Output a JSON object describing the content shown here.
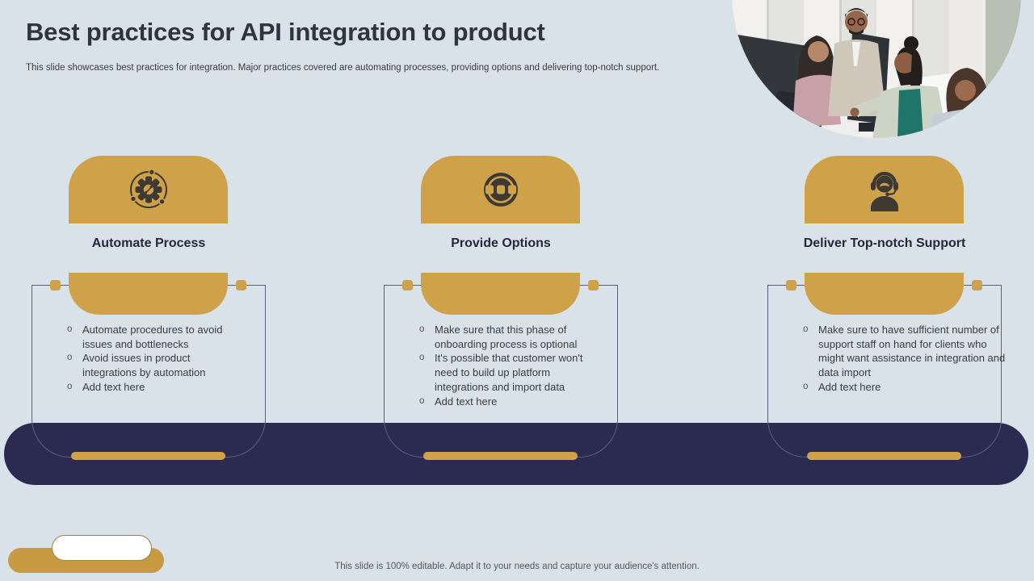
{
  "slide": {
    "title": "Best practices for API integration to product",
    "subtitle": "This slide showcases best practices for integration. Major practices covered are automating processes, providing options and delivering top-notch support.",
    "footer_note": "This slide is 100% editable. Adapt it to your needs and capture your audience's attention."
  },
  "columns": [
    {
      "heading": "Automate Process",
      "icon": "gear-automation-icon",
      "bullets": [
        "Automate procedures to avoid issues and bottlenecks",
        "Avoid issues in product integrations by automation",
        "Add text here"
      ]
    },
    {
      "heading": "Provide Options",
      "icon": "options-icon",
      "bullets": [
        "Make sure that this phase of onboarding process is optional",
        "It's possible that customer won't need to build up platform integrations and import data",
        "Add text here"
      ]
    },
    {
      "heading": "Deliver Top-notch Support",
      "icon": "support-agent-headset-icon",
      "bullets": [
        "Make sure to have sufficient number of support staff on hand for clients who might want assistance in integration and data import",
        "Add text here"
      ]
    }
  ],
  "photo": {
    "name": "team-collaborating-at-computers-photo"
  },
  "colors": {
    "gold": "#CFA149",
    "navy": "#2B2B52",
    "background": "#D9E2E9",
    "icon_dark": "#3E3A33",
    "heading_text": "#26263E",
    "body_text": "#3D3D3D",
    "footer_text": "#585858",
    "bracket_line": "#5B6077",
    "title_text": "#2E3440"
  }
}
